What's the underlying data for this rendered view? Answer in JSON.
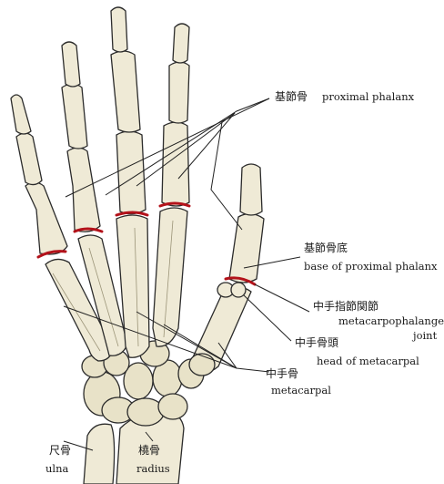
{
  "colors": {
    "joint_line": "#b3121a",
    "bone_fill": "#efead6",
    "outline": "#2b2b2b"
  },
  "labels": {
    "proximal_phalanx": {
      "jp": "基節骨",
      "en": "proximal phalanx"
    },
    "base_proximal_phalanx": {
      "jp": "基節骨底",
      "en": "base of proximal phalanx"
    },
    "mcp_joint": {
      "jp": "中手指節関節",
      "en1": "metacarpophalangeal",
      "en2": "joint"
    },
    "head_metacarpal": {
      "jp": "中手骨頭",
      "en": "head of metacarpal"
    },
    "metacarpal": {
      "jp": "中手骨",
      "en": "metacarpal"
    },
    "ulna": {
      "jp": "尺骨",
      "en": "ulna"
    },
    "radius": {
      "jp": "橈骨",
      "en": "radius"
    }
  }
}
